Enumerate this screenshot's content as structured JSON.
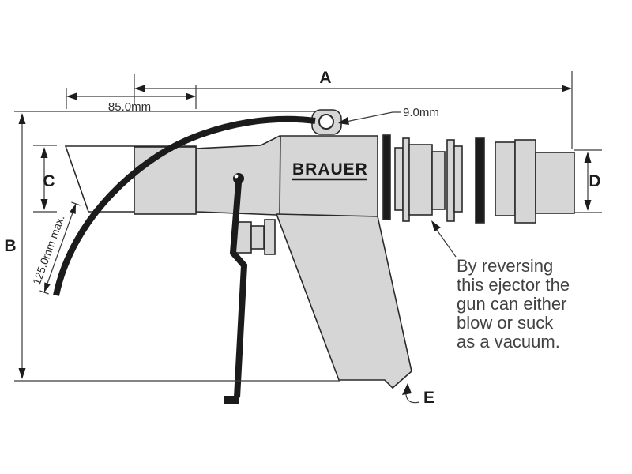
{
  "brand": "BRAUER",
  "dimensions": {
    "a_label": "A",
    "b_label": "B",
    "c_label": "C",
    "d_label": "D",
    "e_label": "E",
    "nozzle_length": "85.0mm",
    "ring_hole_diameter": "9.0mm",
    "flex_nozzle_max": "125.0mm max."
  },
  "note": {
    "lines": [
      "By reversing",
      "this ejector the",
      "gun can either",
      "blow or suck",
      "as a vacuum."
    ]
  },
  "colors": {
    "body_gray": "#d6d6d6",
    "outline": "#2a2a2a",
    "black_part": "#1b1b1b",
    "dim_line": "#3a3a3a",
    "note_text": "#424242",
    "background": "#ffffff"
  }
}
